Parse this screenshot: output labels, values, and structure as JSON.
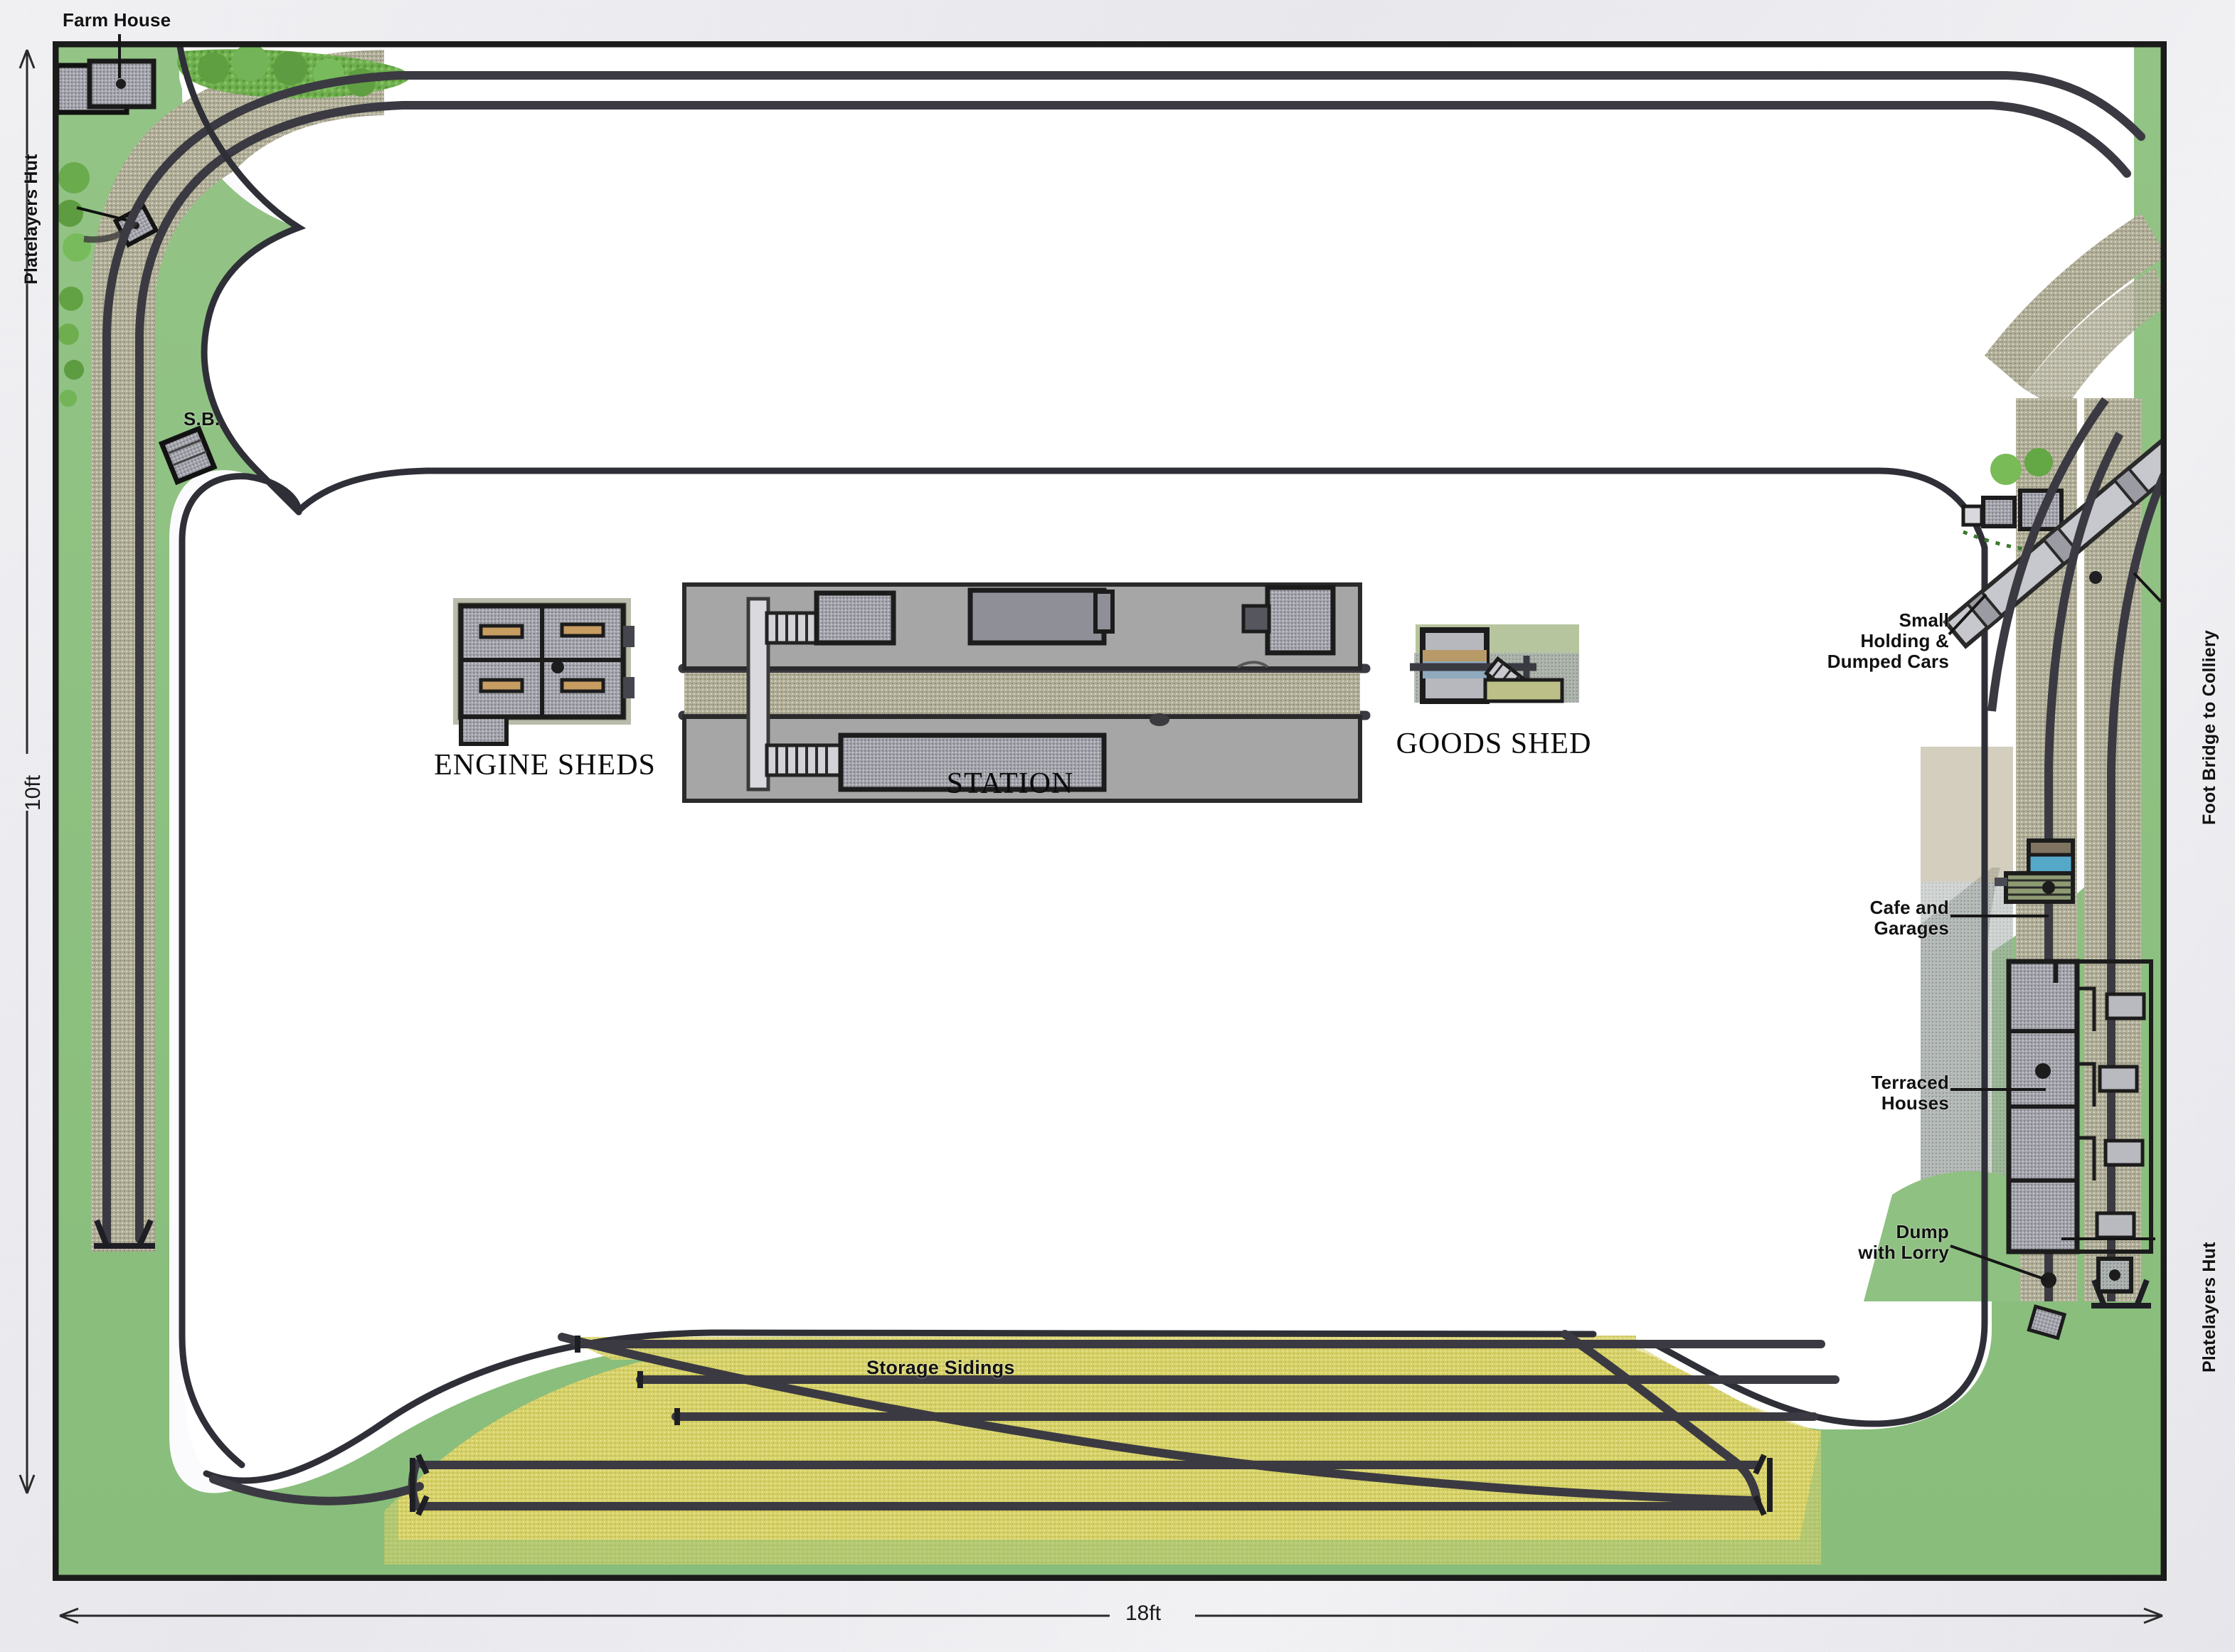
{
  "document": {
    "type": "model-railway-track-plan",
    "title": "Model railway layout track plan"
  },
  "dimensions": {
    "width_label": "18ft",
    "height_label": "10ft"
  },
  "scenic_labels": {
    "farm_house": "Farm House",
    "platelayers_hut_left": "Platelayers Hut",
    "signal_box": "S.B.",
    "engine_sheds": "ENGINE SHEDS",
    "station": "STATION",
    "goods_shed": "GOODS SHED",
    "small_holding": "Small\nHolding &\nDumped Cars",
    "cafe_and_garages": "Cafe and\nGarages",
    "terraced_houses": "Terraced\nHouses",
    "dump_with_lorry": "Dump\nwith Lorry",
    "foot_bridge": "Foot Bridge to Colliery",
    "platelayers_hut_right": "Platelayers Hut",
    "storage_sidings": "Storage Sidings"
  },
  "colors": {
    "grass": "#8fc182",
    "grass_dark": "#7cb070",
    "ballast_yellow": "#d9d36a",
    "ballast_grey": "#a9a9a9",
    "platform_grey": "#a6a6a6",
    "track": "#3b3a42",
    "baseboard_edge": "#1b1b1b",
    "paper": "#ececed",
    "building_roof": "#9a9aa2",
    "water_blue": "#5aa8c8",
    "tree_green": "#6fae4e"
  },
  "chart_data": {
    "type": "table",
    "title": "Model railway layout track plan",
    "categories": [
      "overall width",
      "overall depth"
    ],
    "values": [
      18,
      10
    ],
    "xlabel": "feet",
    "ylabel": "feet",
    "annotations": [
      "Farm House",
      "Platelayers Hut",
      "S.B.",
      "ENGINE SHEDS",
      "STATION",
      "GOODS SHED",
      "Small Holding & Dumped Cars",
      "Cafe and Garages",
      "Terraced Houses",
      "Dump with Lorry",
      "Foot Bridge to Colliery",
      "Platelayers Hut",
      "Storage Sidings"
    ]
  }
}
